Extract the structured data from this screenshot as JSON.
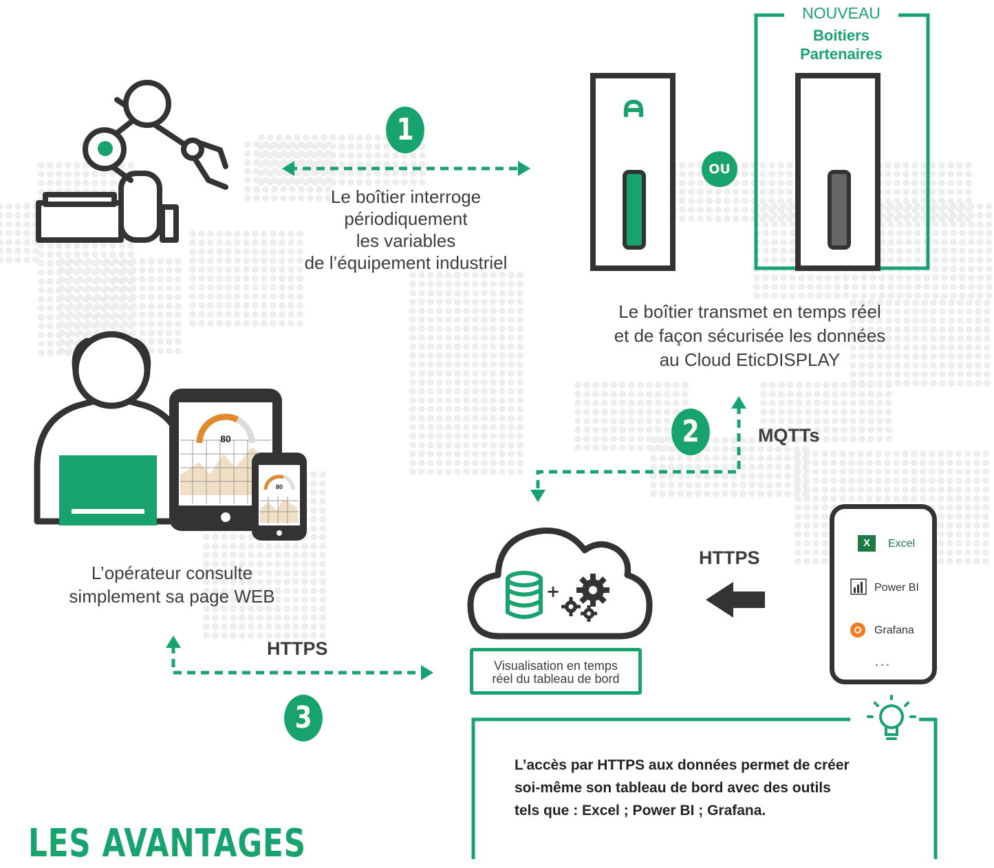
{
  "colors": {
    "green": "#18a36e",
    "dark": "#333333",
    "grey": "#dcdcdc",
    "tan": "#f0dfc4",
    "orange": "#e08a2e"
  },
  "steps": {
    "one": "1",
    "two": "2",
    "three": "3"
  },
  "ou_label": "OU",
  "partner_box": {
    "nouveau": "NOUVEAU",
    "title_line1": "Boitiers",
    "title_line2": "Partenaires"
  },
  "step1_text": [
    "Le boîtier interroge",
    "périodiquement",
    "les variables",
    "de l’équipement industriel"
  ],
  "device_text": [
    "Le boîtier transmet en temps réel",
    "et de façon sécurisée les données",
    "au Cloud EticDISPLAY"
  ],
  "operator_text": [
    "L’opérateur consulte",
    "simplement sa page WEB"
  ],
  "protocols": {
    "mqtts": "MQTTs",
    "https_left": "HTTPS",
    "https_right": "HTTPS"
  },
  "gauge_value": "80",
  "cloud_caption": [
    "Visualisation en temps",
    "réel du tableau de bord"
  ],
  "tools": [
    {
      "name": "Excel",
      "icon": "excel-icon"
    },
    {
      "name": "Power BI",
      "icon": "power-bi-icon"
    },
    {
      "name": "Grafana",
      "icon": "grafana-icon"
    }
  ],
  "tools_more": "...",
  "info_text": [
    "L’accès par HTTPS aux données permet de créer",
    "soi-même son tableau de bord avec des outils",
    "tels que : Excel ; Power BI ; Grafana."
  ],
  "section_title": "LES AVANTAGES",
  "icons": [
    "robot-arm-icon",
    "operator-icon",
    "tablet-icon",
    "phone-icon",
    "cloud-database-icon",
    "gears-icon",
    "lightbulb-icon",
    "arrow-left-icon",
    "etic-logo-icon"
  ]
}
